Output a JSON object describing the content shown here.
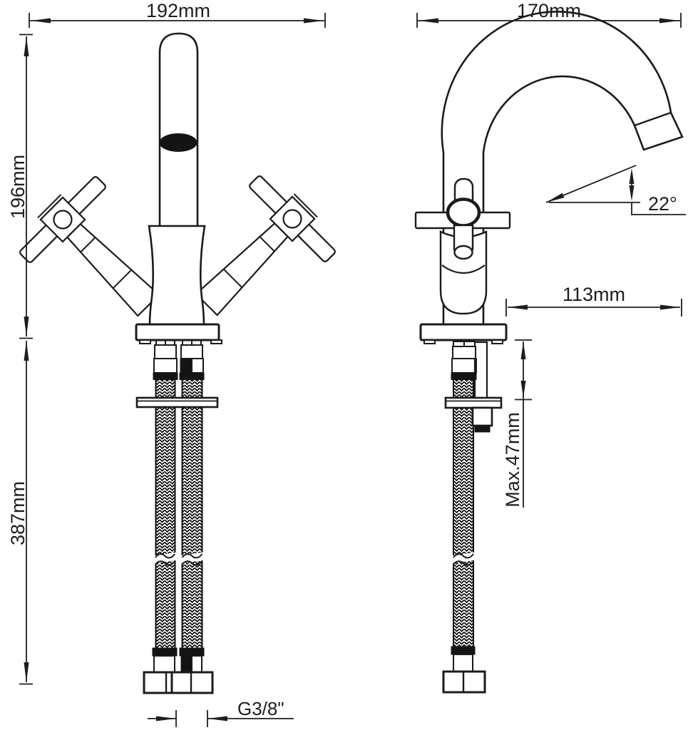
{
  "drawing": {
    "type": "faucet-installation-technical-drawing",
    "views": [
      "front-view",
      "side-view"
    ],
    "colors": {
      "line": "#1b1b1b",
      "background": "#ffffff"
    }
  },
  "dimensions": {
    "front_width": "192mm",
    "body_height": "196mm",
    "hose_length": "387mm",
    "side_width": "170mm",
    "spout_reach": "113mm",
    "spout_angle": "22°",
    "max_deck_thickness": "Max.47mm",
    "connection_thread": "G3/8\""
  }
}
